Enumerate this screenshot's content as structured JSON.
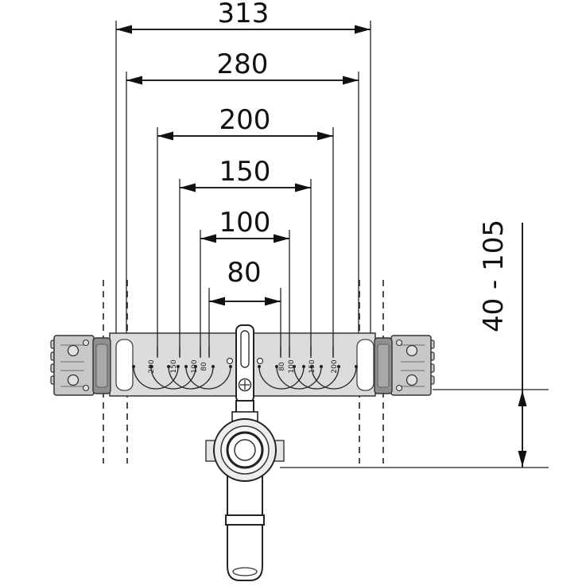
{
  "diagram": {
    "dims": {
      "d313": "313",
      "d280": "280",
      "d200": "200",
      "d150": "150",
      "d100": "100",
      "d80": "80",
      "height": "40 - 105"
    },
    "scale": {
      "left": [
        "200",
        "150",
        "100",
        "80"
      ],
      "right": [
        "80",
        "100",
        "150",
        "200"
      ]
    }
  }
}
